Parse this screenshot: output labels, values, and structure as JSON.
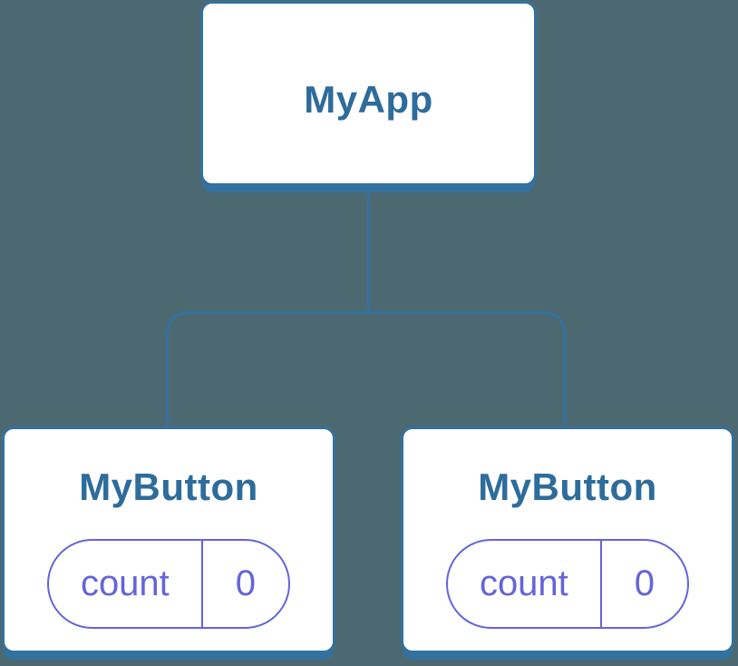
{
  "colors": {
    "background": "#4C6972",
    "card_bg": "#FFFFFF",
    "tree_blue": "#33719F",
    "title_text": "#2D6C9B",
    "state_purple": "#6564DA"
  },
  "tree": {
    "root": {
      "label": "MyApp"
    },
    "children": [
      {
        "label": "MyButton",
        "state": {
          "key": "count",
          "value": "0"
        }
      },
      {
        "label": "MyButton",
        "state": {
          "key": "count",
          "value": "0"
        }
      }
    ]
  }
}
